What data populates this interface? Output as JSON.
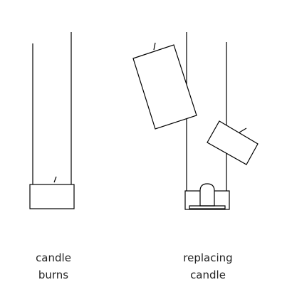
{
  "captions": {
    "left": [
      "candle",
      "burns"
    ],
    "right": [
      "replacing",
      "candle"
    ]
  },
  "colors": {
    "stroke": "#000000",
    "text": "#222222",
    "background": "#ffffff"
  }
}
